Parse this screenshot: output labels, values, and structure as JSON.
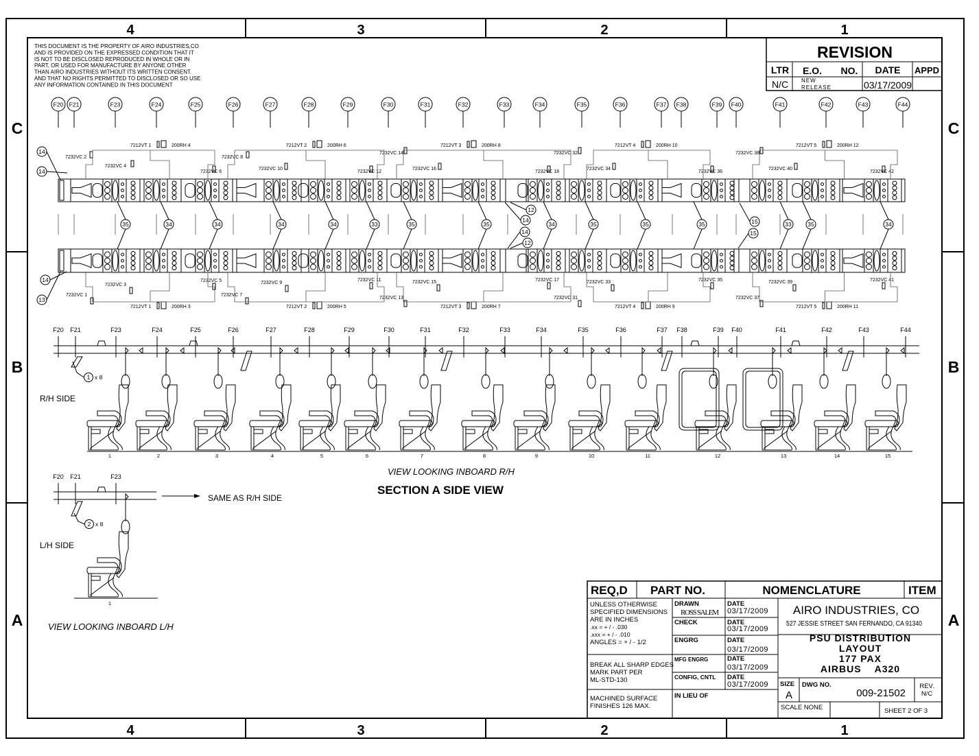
{
  "zones": {
    "columns": [
      "4",
      "3",
      "2",
      "1"
    ],
    "rows": [
      "C",
      "B",
      "A"
    ]
  },
  "notice": [
    "THIS DOCUMENT IS THE PROPERTY OF AIRO INDUSTRIES,CO",
    "AND IS PROVIDED ON THE EXPRESSED CONDITION THAT IT",
    "IS NOT TO BE DISCLOSED REPRODUCED IN WHOLE OR IN",
    "PART, OR USED FOR MANUFACTURE BY ANYONE OTHER",
    "THAN AIRO INDUSTRIES WITHOUT ITS WRITTEN CONSENT.",
    "AND THAT NO RIGHTS PERMITTED TO DISCLOSED OR SO USE",
    "ANY INFORMATION CONTAINED IN THIS DOCUMENT"
  ],
  "revision": {
    "title": "REVISION",
    "headers": {
      "ltr": "LTR",
      "eo": "E.O.",
      "no": "NO.",
      "date": "DATE",
      "appd": "APPD"
    },
    "row": {
      "ltr": "N/C",
      "eo_line1": "NEW",
      "eo_line2": "RELEASE",
      "date": "03/17/2009",
      "appd": ""
    }
  },
  "frames": [
    "F20",
    "F21",
    "F23",
    "F24",
    "F25",
    "F26",
    "F27",
    "F28",
    "F29",
    "F30",
    "F31",
    "F32",
    "F33",
    "F34",
    "F35",
    "F36",
    "F37",
    "F38",
    "F39",
    "F40",
    "F41",
    "F42",
    "F43",
    "F44"
  ],
  "psu": {
    "upper_vt": [
      {
        "vt": "7212VT 1",
        "rh": "200RH 4"
      },
      {
        "vt": "7212VT 2",
        "rh": "200RH 6"
      },
      {
        "vt": "7212VT 3",
        "rh": "200RH 8"
      },
      {
        "vt": "7212VT 4",
        "rh": "200RH 10"
      },
      {
        "vt": "7212VT 5",
        "rh": "200RH 12"
      }
    ],
    "lower_vt": [
      {
        "vt": "7212VT 1",
        "rh": "200RH 3"
      },
      {
        "vt": "7212VT 2",
        "rh": "200RH 5"
      },
      {
        "vt": "7212VT 3",
        "rh": "200RH 7"
      },
      {
        "vt": "7212VT 4",
        "rh": "200RH 9"
      },
      {
        "vt": "7212VT 5",
        "rh": "200RH 11"
      }
    ],
    "upper_vc": [
      "7232VC 2",
      "7232VC 4",
      "7232VC 6",
      "7232VC 8",
      "7232VC 10",
      "7232VC 12",
      "7232VC 14",
      "7232VC 16",
      "7232VC 18",
      "7232VC 32",
      "7232VC 34",
      "7232VC 36",
      "7232VC 38",
      "7232VC 40",
      "7232VC 42"
    ],
    "lower_vc": [
      "7232VC 1",
      "7232VC 3",
      "7232VC 5",
      "7232VC 7",
      "7232VC 9",
      "7232VC 11",
      "7232VC 13",
      "7232VC 15",
      "7232VC 17",
      "7232VC 31",
      "7232VC 33",
      "7232VC 35",
      "7232VC 37",
      "7232VC 39",
      "7232VC 41"
    ],
    "mid_callouts": [
      "35",
      "34",
      "34",
      "34",
      "34",
      "33",
      "35",
      "35",
      "34",
      "35",
      "35",
      "35",
      "33",
      "35",
      "34"
    ],
    "extra_callouts": [
      "12",
      "14",
      "14",
      "12",
      "15",
      "15"
    ],
    "side_callouts": [
      "14",
      "14",
      "14",
      "13"
    ]
  },
  "side_view": {
    "frames": [
      "F20",
      "F21",
      "F23",
      "F24",
      "F25",
      "F26",
      "F27",
      "F28",
      "F29",
      "F30",
      "F31",
      "F32",
      "F33",
      "F34",
      "F35",
      "F36",
      "F37",
      "F38",
      "F39",
      "F40",
      "F41",
      "F42",
      "F43",
      "F44"
    ],
    "seats": [
      "1",
      "2",
      "3",
      "4",
      "5",
      "6",
      "7",
      "8",
      "9",
      "10",
      "11",
      "12",
      "13",
      "14",
      "15"
    ],
    "side_label": "R/H SIDE",
    "callout": {
      "num": "1",
      "qty": "x 8"
    },
    "view_label": "VIEW LOOKING INBOARD R/H",
    "section_title": "SECTION A SIDE VIEW"
  },
  "lh_view": {
    "frames": [
      "F20",
      "F21",
      "F23"
    ],
    "same_as": "SAME AS R/H SIDE",
    "callout": {
      "num": "2",
      "qty": "x 8"
    },
    "side_label": "L/H SIDE",
    "seat": "1",
    "view_label": "VIEW LOOKING INBOARD L/H"
  },
  "title_block": {
    "headers": {
      "reqd": "REQ,D",
      "part_no": "PART NO.",
      "nomenclature": "NOMENCLATURE",
      "item": "ITEM"
    },
    "tolerances": [
      "UNLESS OTHERWISE",
      "SPECIFIED DIMENSIONS",
      "ARE IN INCHES",
      ".xx = + / - .030",
      ".xxx = + / - .010",
      "ANGLES = + / - 1/2"
    ],
    "edges": [
      "BREAK ALL SHARP EDGES",
      "MARK PART PER",
      "ML-STD-130"
    ],
    "finish": [
      "MACHINED SURFACE",
      "FINISHES 126 MAX."
    ],
    "drawn_label": "DRAWN",
    "drawn_by": "ROSS SALEM",
    "check_label": "CHECK",
    "engrg_label": "ENGRG",
    "mfg_label": "MFG ENGRG",
    "config_label": "CONFIG, CNTL",
    "in_lieu_label": "IN LIEU OF",
    "date_label": "DATE",
    "dates": [
      "03/17/2009",
      "03/17/2009",
      "03/17/2009",
      "03/17/2009",
      "03/17/2009"
    ],
    "company": "AIRO INDUSTRIES, CO",
    "address": "527 JESSIE STREET SAN FERNANDO, CA 91340",
    "title_lines": [
      "PSU DISTRIBUTION",
      "LAYOUT",
      "177 PAX",
      "AIRBUS    A320"
    ],
    "size_label": "SIZE",
    "size": "A",
    "dwg_label": "DWG NO.",
    "dwg_no": "009-21502",
    "rev_label": "REV.",
    "rev": "N/C",
    "scale": "SCALE NONE",
    "sheet": "SHEET  2  OF  3"
  }
}
